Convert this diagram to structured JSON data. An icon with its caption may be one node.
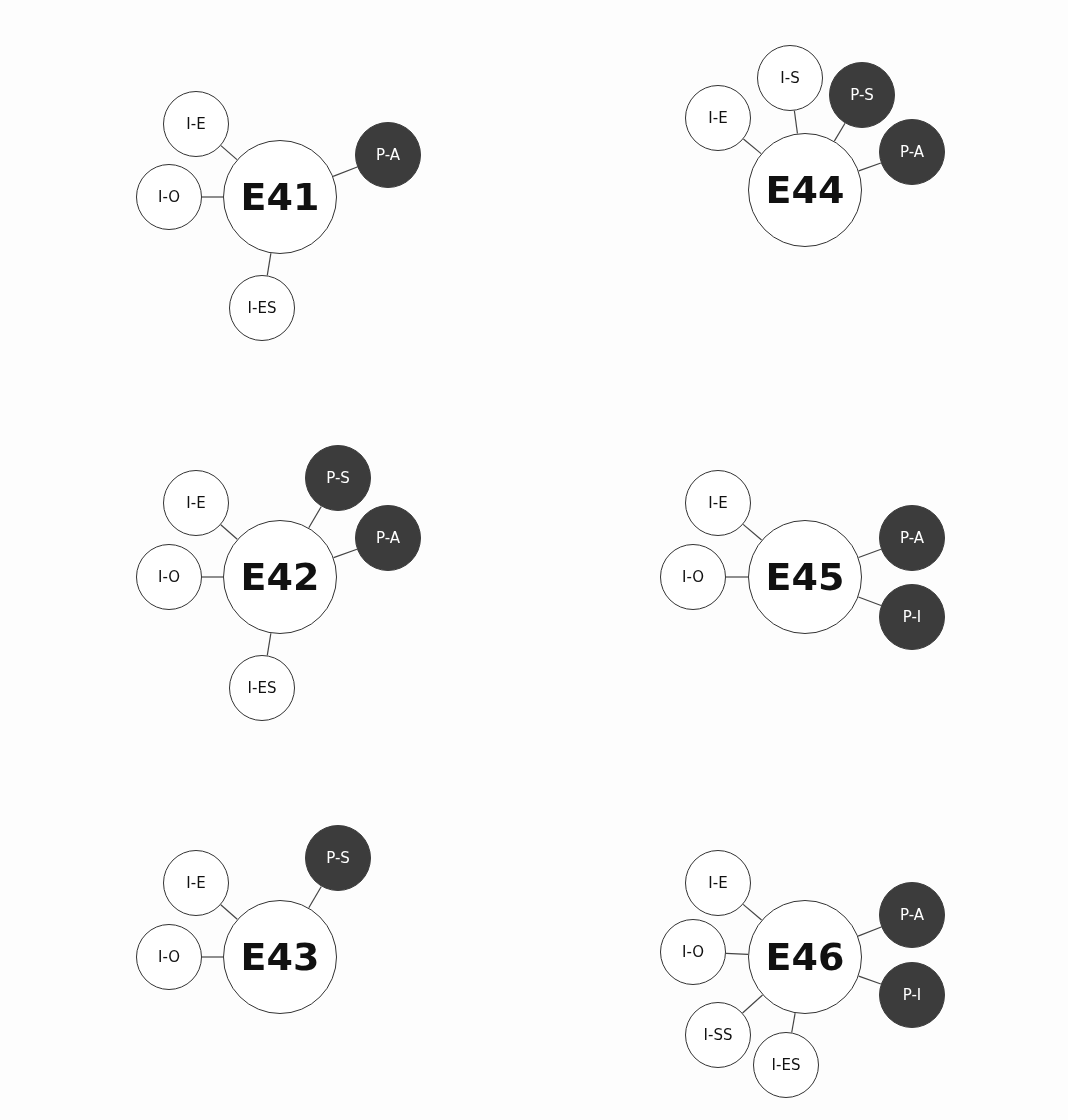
{
  "diagram": {
    "nodes": [
      {
        "text": [
          "E41"
        ]
      },
      {
        "text": [
          "I-E"
        ]
      },
      {
        "text": [
          "I-O"
        ]
      },
      {
        "text": [
          "P-A"
        ]
      },
      {
        "text": [
          "I-ES"
        ]
      },
      {
        "text": [
          "E44"
        ]
      },
      {
        "text": [
          "I-S"
        ]
      },
      {
        "text": [
          "I-E"
        ]
      },
      {
        "text": [
          "P-S"
        ]
      },
      {
        "text": [
          "P-A"
        ]
      },
      {
        "text": [
          "E42"
        ]
      },
      {
        "text": [
          "I-E"
        ]
      },
      {
        "text": [
          "P-S"
        ]
      },
      {
        "text": [
          "P-A"
        ]
      },
      {
        "text": [
          "I-O"
        ]
      },
      {
        "text": [
          "I-ES"
        ]
      },
      {
        "text": [
          "E45"
        ]
      },
      {
        "text": [
          "I-E"
        ]
      },
      {
        "text": [
          "P-A"
        ]
      },
      {
        "text": [
          "I-O"
        ]
      },
      {
        "text": [
          "P-I"
        ]
      },
      {
        "text": [
          "E43"
        ]
      },
      {
        "text": [
          "I-E"
        ]
      },
      {
        "text": [
          "P-S"
        ]
      },
      {
        "text": [
          "I-O"
        ]
      },
      {
        "text": [
          "E46"
        ]
      },
      {
        "text": [
          "I-E"
        ]
      },
      {
        "text": [
          "P-A"
        ]
      },
      {
        "text": [
          "I-O"
        ]
      },
      {
        "text": [
          "P-I"
        ]
      },
      {
        "text": [
          "I-SS"
        ]
      },
      {
        "text": [
          "I-ES"
        ]
      }
    ],
    "edges": [
      {
        "from": 1,
        "to": 0,
        "arrow": "none"
      },
      {
        "from": 2,
        "to": 0,
        "arrow": "none"
      },
      {
        "from": 3,
        "to": 0,
        "arrow": "none"
      },
      {
        "from": 4,
        "to": 0,
        "arrow": "none"
      },
      {
        "from": 6,
        "to": 5,
        "arrow": "none"
      },
      {
        "from": 7,
        "to": 5,
        "arrow": "none"
      },
      {
        "from": 8,
        "to": 5,
        "arrow": "none"
      },
      {
        "from": 9,
        "to": 5,
        "arrow": "none"
      },
      {
        "from": 11,
        "to": 10,
        "arrow": "none"
      },
      {
        "from": 12,
        "to": 10,
        "arrow": "none"
      },
      {
        "from": 13,
        "to": 10,
        "arrow": "none"
      },
      {
        "from": 14,
        "to": 10,
        "arrow": "none"
      },
      {
        "from": 15,
        "to": 10,
        "arrow": "none"
      },
      {
        "from": 17,
        "to": 16,
        "arrow": "none"
      },
      {
        "from": 18,
        "to": 16,
        "arrow": "none"
      },
      {
        "from": 19,
        "to": 16,
        "arrow": "none"
      },
      {
        "from": 20,
        "to": 16,
        "arrow": "none"
      },
      {
        "from": 22,
        "to": 21,
        "arrow": "none"
      },
      {
        "from": 23,
        "to": 21,
        "arrow": "none"
      },
      {
        "from": 24,
        "to": 21,
        "arrow": "none"
      },
      {
        "from": 26,
        "to": 25,
        "arrow": "none"
      },
      {
        "from": 27,
        "to": 25,
        "arrow": "none"
      },
      {
        "from": 28,
        "to": 25,
        "arrow": "none"
      },
      {
        "from": 29,
        "to": 25,
        "arrow": "none"
      },
      {
        "from": 30,
        "to": 25,
        "arrow": "none"
      },
      {
        "from": 31,
        "to": 25,
        "arrow": "none"
      }
    ]
  }
}
